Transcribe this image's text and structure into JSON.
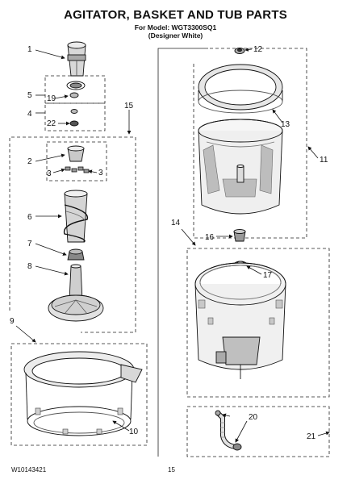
{
  "header": {
    "title": "AGITATOR, BASKET AND TUB PARTS",
    "model_line": "For Model: WGT3300SQ1",
    "color_line": "(Designer White)"
  },
  "callouts": {
    "c1": "1",
    "c2": "2",
    "c3a": "3",
    "c3b": "3",
    "c4": "4",
    "c5": "5",
    "c6": "6",
    "c7": "7",
    "c8": "8",
    "c9": "9",
    "c10": "10",
    "c11": "11",
    "c12": "12",
    "c13": "13",
    "c14": "14",
    "c15": "15",
    "c16": "16",
    "c17": "17",
    "c19": "19",
    "c20": "20",
    "c21": "21",
    "c22": "22"
  },
  "footer": {
    "doc_number": "W10143421",
    "page_number": "15"
  }
}
